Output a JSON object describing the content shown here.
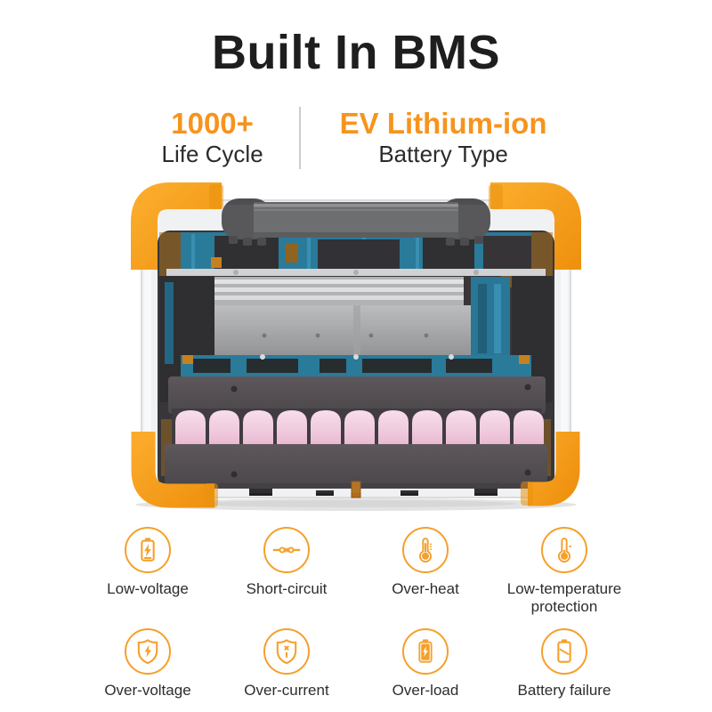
{
  "page": {
    "background": "#ffffff",
    "accent_orange": "#F6941E",
    "icon_orange": "#F5A02B",
    "text_dark": "#1e1e1e",
    "divider_gray": "#cccccc"
  },
  "header": {
    "title": "Built In BMS"
  },
  "stats": [
    {
      "value": "1000+",
      "label": "Life Cycle"
    },
    {
      "value": "EV Lithium-ion",
      "label": "Battery Type"
    }
  ],
  "product": {
    "description": "portable power station cutaway render",
    "visual_elements": [
      "orange-corner-bumpers",
      "carry-handle",
      "transparent-case",
      "circuit-boards",
      "aluminum-heat-sink",
      "pink-battery-cells",
      "battery-pack-frame"
    ]
  },
  "features": [
    {
      "icon": "battery-bolt-icon",
      "label": "Low-voltage"
    },
    {
      "icon": "short-circuit-icon",
      "label": "Short-circuit"
    },
    {
      "icon": "thermometer-high-icon",
      "label": "Over-heat"
    },
    {
      "icon": "thermometer-low-icon",
      "label": "Low-temperature protection"
    },
    {
      "icon": "shield-bolt-icon",
      "label": "Over-voltage"
    },
    {
      "icon": "shield-x-icon",
      "label": "Over-current"
    },
    {
      "icon": "battery-filled-bolt-icon",
      "label": "Over-load"
    },
    {
      "icon": "battery-slash-icon",
      "label": "Battery failure"
    }
  ]
}
